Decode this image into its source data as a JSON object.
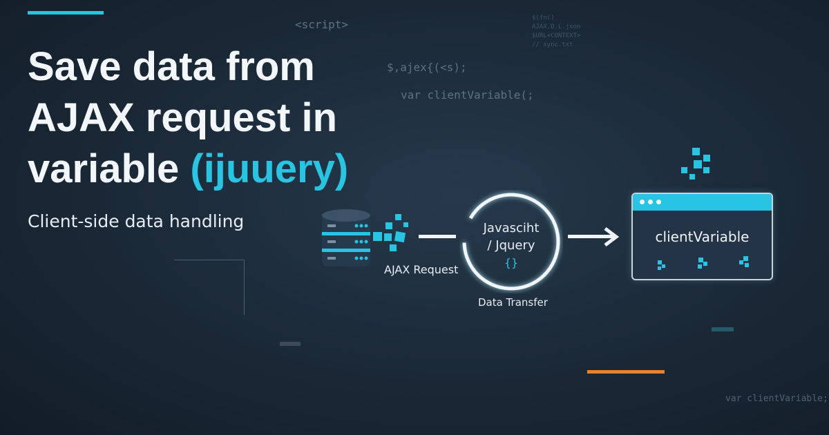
{
  "title": {
    "line1": "Save data from",
    "line2": "AJAX request in",
    "line3_plain": "variable ",
    "line3_highlight": "(ijuuery)"
  },
  "subtitle": "Client-side data handling",
  "background_code": {
    "script_tag": "<script>",
    "ajax": "$,ajex{(<s);",
    "var_line": "var clientVariable(;",
    "bottom_var": "var clientVariable;"
  },
  "diagram": {
    "ajax_label": "AJAX Request",
    "circle_line1": "Javasciht",
    "circle_line2": "/ Jquery",
    "braces": "{}",
    "transfer_label": "Data Transfer",
    "window_label": "clientVariable"
  },
  "colors": {
    "accent": "#27c4e3",
    "orange": "#e8832a",
    "background": "#1c2b3a"
  }
}
